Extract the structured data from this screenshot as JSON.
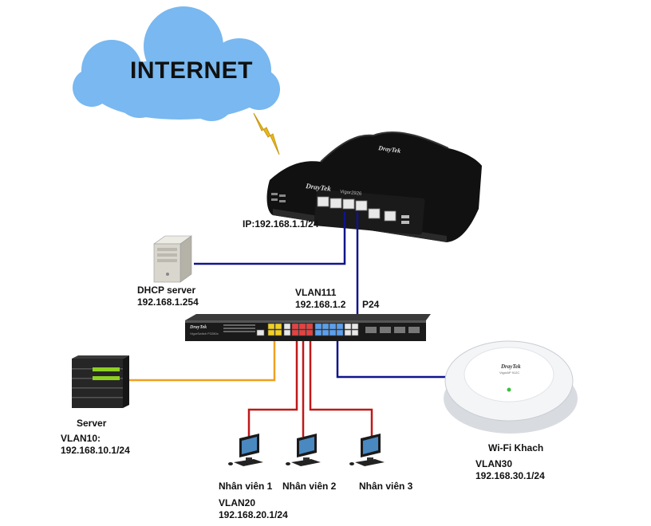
{
  "cloud": {
    "label": "INTERNET"
  },
  "router": {
    "brand": "DrayTek",
    "model": "Vigor2926",
    "ip_label": "IP:192.168.1.1/24"
  },
  "switch": {
    "brand": "DrayTek",
    "model": "VigorSwitch P2280x",
    "vlan_label": "VLAN111",
    "ip_label": "192.168.1.2",
    "port_label": "P24"
  },
  "dhcp_server": {
    "name": "DHCP server",
    "ip": "192.168.1.254"
  },
  "server": {
    "name": "Server",
    "vlan": "VLAN10:",
    "ip": "192.168.10.1/24"
  },
  "staff": {
    "pc1": "Nhân viên 1",
    "pc2": "Nhân viên 2",
    "pc3": "Nhân viên 3",
    "vlan": "VLAN20",
    "ip": "192.168.20.1/24"
  },
  "ap": {
    "brand": "DrayTek",
    "model": "VigorAP 912C",
    "name": "Wi-Fi Khach",
    "vlan": "VLAN30",
    "ip": "192.168.30.1/24"
  },
  "colors": {
    "blue_link": "#10148c",
    "orange_link": "#f0a020",
    "red_link": "#c01818",
    "cloud": "#79b8f0"
  }
}
